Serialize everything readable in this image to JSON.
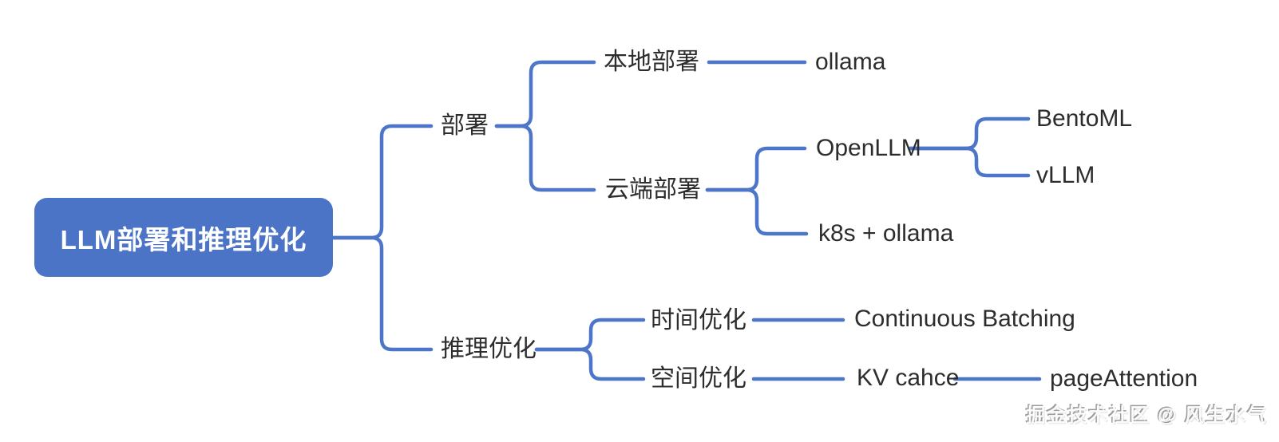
{
  "tree": {
    "label": "LLM部署和推理优化",
    "children": [
      {
        "label": "部署",
        "children": [
          {
            "label": "本地部署",
            "children": [
              {
                "label": "ollama"
              }
            ]
          },
          {
            "label": "云端部署",
            "children": [
              {
                "label": "OpenLLM",
                "children": [
                  {
                    "label": "BentoML"
                  },
                  {
                    "label": "vLLM"
                  }
                ]
              },
              {
                "label": "k8s + ollama"
              }
            ]
          }
        ]
      },
      {
        "label": "推理优化",
        "children": [
          {
            "label": "时间优化",
            "children": [
              {
                "label": "Continuous Batching"
              }
            ]
          },
          {
            "label": "空间优化",
            "children": [
              {
                "label": "KV cahce",
                "children": [
                  {
                    "label": "pageAttention"
                  }
                ]
              }
            ]
          }
        ]
      }
    ]
  },
  "watermark": {
    "text": "掘金技术社区 @ 风生水气"
  },
  "style": {
    "node_fill": "#4b74c7",
    "node_text": "#ffffff",
    "edge_color": "#4d75c8",
    "label_color": "#2d2d2d",
    "background": "#ffffff"
  }
}
